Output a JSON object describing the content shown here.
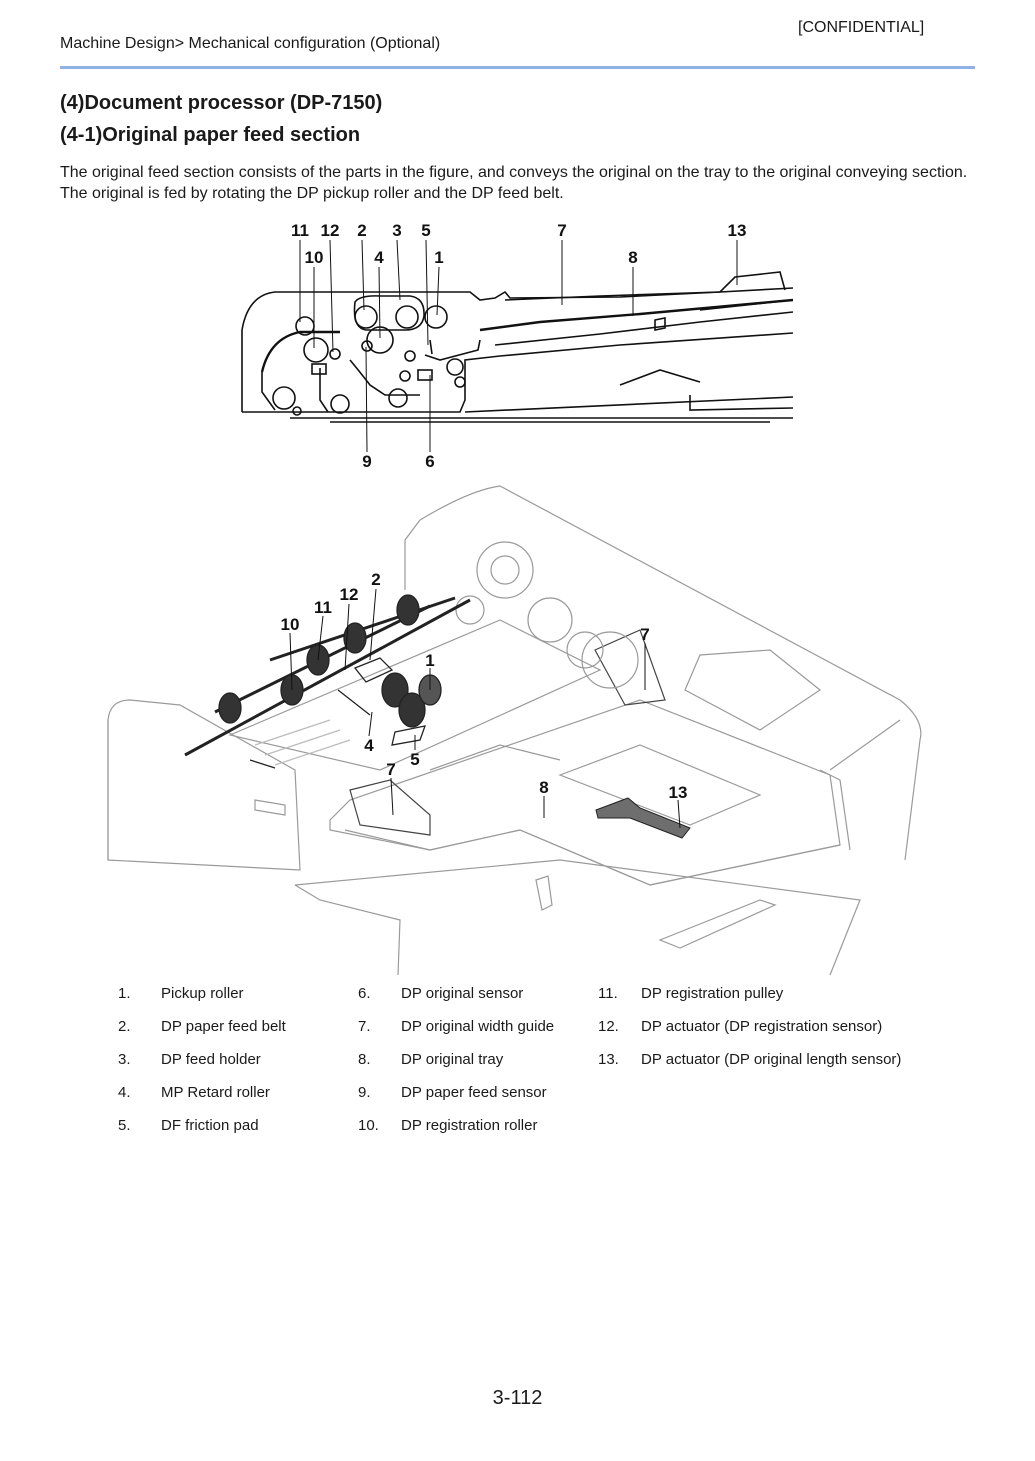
{
  "header": {
    "confidential": "[CONFIDENTIAL]",
    "breadcrumb": "Machine Design> Mechanical configuration (Optional)"
  },
  "section": {
    "title": "(4)Document processor (DP-7150)",
    "subtitle": "(4-1)Original paper feed section",
    "description": "The original feed section consists of the parts in the figure, and conveys the original on the tray to the original conveying section. The original is fed by rotating the DP pickup roller and the DP feed belt."
  },
  "figure_top": {
    "callouts": [
      "11",
      "12",
      "2",
      "3",
      "5",
      "7",
      "13",
      "10",
      "4",
      "1",
      "8",
      "9",
      "6"
    ]
  },
  "figure_bottom": {
    "callouts": [
      "2",
      "12",
      "11",
      "10",
      "7",
      "1",
      "4",
      "7",
      "5",
      "8",
      "13"
    ]
  },
  "parts": [
    {
      "num": "1.",
      "name": "Pickup roller"
    },
    {
      "num": "2.",
      "name": "DP paper feed belt"
    },
    {
      "num": "3.",
      "name": "DP feed holder"
    },
    {
      "num": "4.",
      "name": "MP Retard roller"
    },
    {
      "num": "5.",
      "name": "DF friction pad"
    },
    {
      "num": "6.",
      "name": "DP original sensor"
    },
    {
      "num": "7.",
      "name": "DP original width guide"
    },
    {
      "num": "8.",
      "name": "DP original tray"
    },
    {
      "num": "9.",
      "name": "DP paper feed sensor"
    },
    {
      "num": "10.",
      "name": "DP registration roller"
    },
    {
      "num": "11.",
      "name": "DP registration pulley"
    },
    {
      "num": "12.",
      "name": "DP actuator (DP registration sensor)"
    },
    {
      "num": "13.",
      "name": "DP actuator (DP original length sensor)"
    }
  ],
  "footer": {
    "page_number": "3-112"
  },
  "colors": {
    "header_rule": "#8eb2e6",
    "actuator_fill": "#6e6e6e"
  }
}
